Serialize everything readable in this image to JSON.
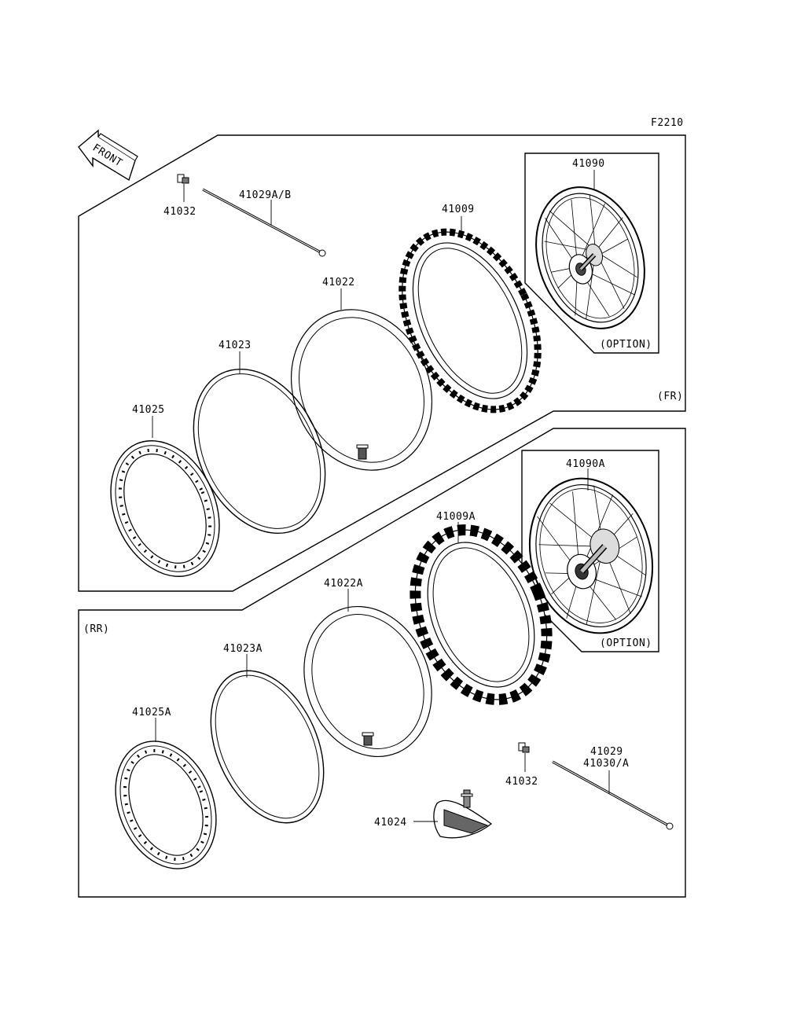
{
  "figure_code": "F2210",
  "direction_arrow": "FRONT",
  "front_section": {
    "tag": "(FR)",
    "option_note": "(OPTION)",
    "labels": {
      "valve_cap": "41032",
      "spoke": "41029A/B",
      "tire": "41009",
      "wheel": "41090",
      "tube": "41022",
      "rim_band": "41023",
      "rim": "41025"
    }
  },
  "rear_section": {
    "tag": "(RR)",
    "option_note": "(OPTION)",
    "labels": {
      "tire": "41009A",
      "wheel": "41090A",
      "tube": "41022A",
      "rim_band": "41023A",
      "rim": "41025A",
      "valve_cap": "41032",
      "spoke_a": "41029",
      "spoke_b": "41030/A",
      "rim_lock": "41024"
    }
  }
}
